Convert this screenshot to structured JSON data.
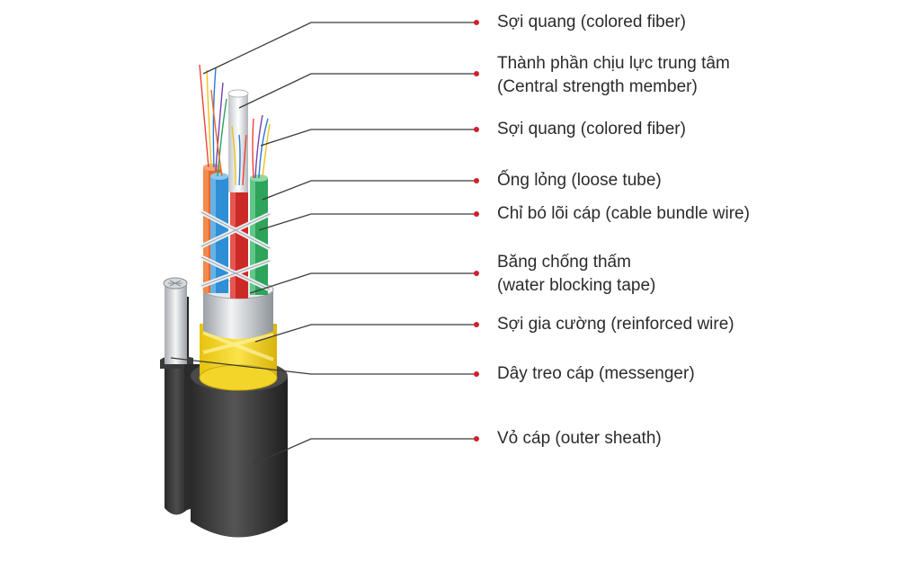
{
  "labels": [
    {
      "id": "colored-fiber-top",
      "lines": [
        "Sợi quang (colored fiber)"
      ]
    },
    {
      "id": "central-strength-member",
      "lines": [
        "Thành phần chịu lực trung tâm",
        "(Central strength member)"
      ]
    },
    {
      "id": "colored-fiber-mid",
      "lines": [
        "Sợi quang (colored fiber)"
      ]
    },
    {
      "id": "loose-tube",
      "lines": [
        "Ống lỏng (loose tube)"
      ]
    },
    {
      "id": "cable-bundle-wire",
      "lines": [
        "Chỉ bó lõi cáp (cable bundle wire)"
      ]
    },
    {
      "id": "water-blocking-tape",
      "lines": [
        "Băng chống thấm",
        "(water blocking tape)"
      ]
    },
    {
      "id": "reinforced-wire",
      "lines": [
        "Sợi gia cường (reinforced wire)"
      ]
    },
    {
      "id": "messenger",
      "lines": [
        "Dây treo cáp (messenger)"
      ]
    },
    {
      "id": "outer-sheath",
      "lines": [
        "Vỏ cáp (outer sheath)"
      ]
    }
  ],
  "colors": {
    "leader_line": "#3a3a3a",
    "leader_dot": "#d0202a",
    "sheath": "#3c3c3c",
    "yellow_layer": "#f2d21a",
    "tape": "#c9cdd2",
    "tube_orange": "#e8662a",
    "tube_blue": "#2f8fd6",
    "tube_red": "#cc2a26",
    "tube_green": "#2ea35a"
  }
}
